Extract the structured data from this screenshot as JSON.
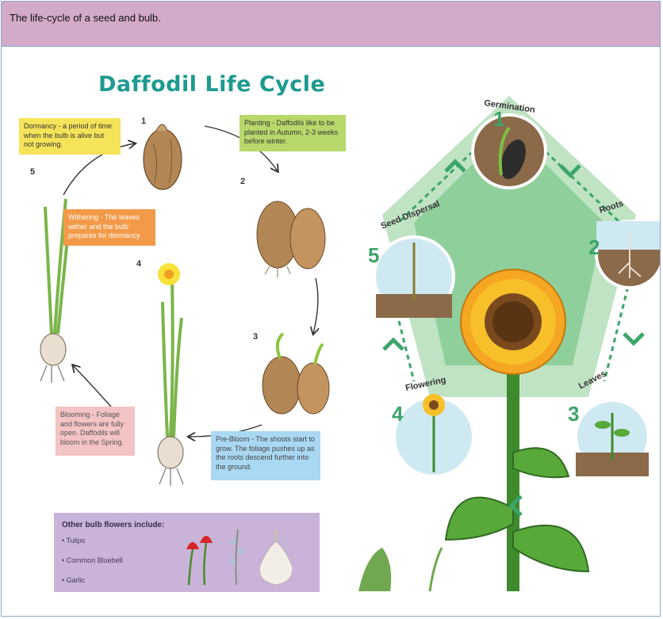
{
  "header": {
    "title": "The life-cycle of a seed and bulb."
  },
  "daffodil": {
    "title": "Daffodil Life Cycle",
    "steps": [
      {
        "num": "1",
        "text": "Dormancy - a period of time when the bulb is alive but not growing."
      },
      {
        "num": "2",
        "text": "Planting - Daffodils like to be planted in Autumn, 2-3 weeks before winter."
      },
      {
        "num": "3",
        "text": "Pre-Bloom - The shoots start to grow. The foliage pushes up as the roots descend further into the ground."
      },
      {
        "num": "4",
        "text": "Blooming - Foliage and flowers are fully open. Daffodils will bloom in the Spring."
      },
      {
        "num": "5",
        "text": "Withering - The leaves wither and the bulb prepares for dormancy."
      }
    ],
    "other": {
      "heading": "Other bulb flowers include:",
      "items": [
        "• Tulips",
        "• Common Bluebell",
        "• Garlic"
      ]
    }
  },
  "sunflower": {
    "stages": [
      {
        "num": "1",
        "label": "Germination"
      },
      {
        "num": "2",
        "label": "Roots"
      },
      {
        "num": "3",
        "label": "Leaves"
      },
      {
        "num": "4",
        "label": "Flowering"
      },
      {
        "num": "5",
        "label": "Seed Dispersal"
      }
    ]
  },
  "colors": {
    "header_bg": "#d3aac8",
    "title_teal": "#1e9a8f",
    "cycle_green": "#3ca56b"
  }
}
